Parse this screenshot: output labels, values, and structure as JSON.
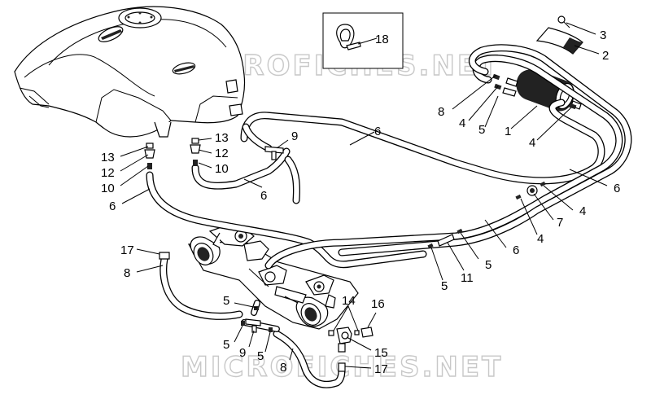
{
  "watermark": {
    "text": "MICROFICHES.NET"
  },
  "callouts": {
    "c3": "3",
    "c2": "2",
    "c18": "18",
    "c8a": "8",
    "c4a": "4",
    "c5a": "5",
    "c1": "1",
    "c4b": "4",
    "c6a": "6",
    "c9a": "9",
    "c13a": "13",
    "c12a": "12",
    "c10a": "10",
    "c6b": "6",
    "c13b": "13",
    "c12b": "12",
    "c10b": "10",
    "c6c": "6",
    "c6d": "6",
    "c4c": "4",
    "c7": "7",
    "c4d": "4",
    "c6e": "6",
    "c5b": "5",
    "c11": "11",
    "c5c": "5",
    "c17a": "17",
    "c8b": "8",
    "c5d": "5",
    "c5e": "5",
    "c9b": "9",
    "c5f": "5",
    "c8c": "8",
    "c14": "14",
    "c16": "16",
    "c15": "15",
    "c17b": "17"
  }
}
